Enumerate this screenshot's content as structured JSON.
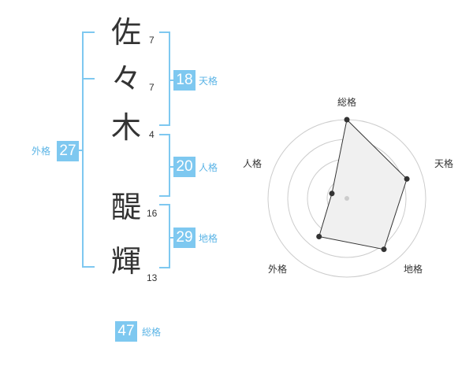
{
  "name": {
    "chars": [
      {
        "char": "佐",
        "strokes": "7"
      },
      {
        "char": "々",
        "strokes": "7"
      },
      {
        "char": "木",
        "strokes": "4"
      },
      {
        "char": "醍",
        "strokes": "16"
      },
      {
        "char": "輝",
        "strokes": "13"
      }
    ]
  },
  "kaku": {
    "tenkaku": {
      "value": "18",
      "label": "天格"
    },
    "jinkaku": {
      "value": "20",
      "label": "人格"
    },
    "chikaku": {
      "value": "29",
      "label": "地格"
    },
    "gaikaku": {
      "value": "27",
      "label": "外格"
    },
    "soukaku": {
      "value": "47",
      "label": "総格"
    }
  },
  "colors": {
    "accent": "#7ec8f0",
    "label": "#5bb4e6",
    "text": "#333333",
    "radar_fill": "#f0f0f0",
    "grid": "#cccccc"
  },
  "chart_data": {
    "type": "radar",
    "axes": [
      "総格",
      "天格",
      "地格",
      "外格",
      "人格"
    ],
    "values": [
      1.0,
      0.8,
      0.8,
      0.6,
      0.2
    ],
    "value_scale": [
      0,
      1
    ],
    "rings": 4,
    "grid": true
  }
}
